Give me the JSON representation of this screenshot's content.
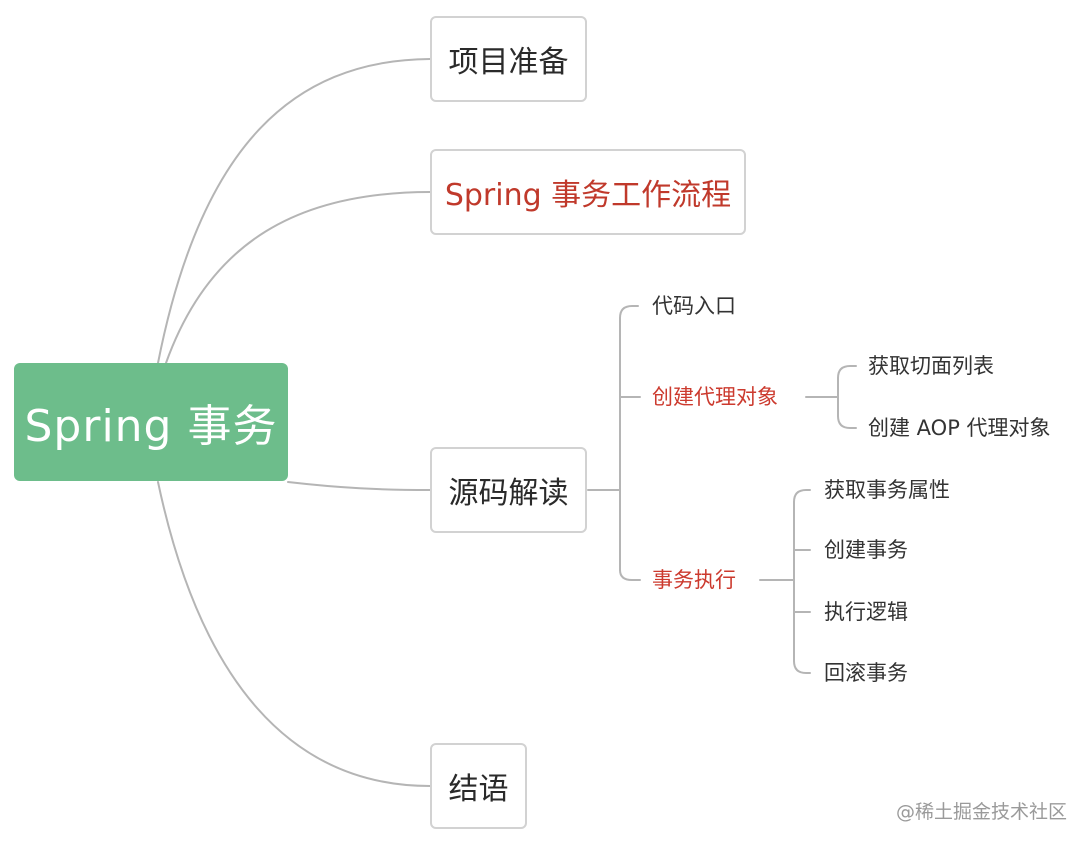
{
  "root": {
    "label": "Spring 事务"
  },
  "branches": {
    "prepare": "项目准备",
    "workflow": "Spring 事务工作流程",
    "source": "源码解读",
    "conclusion": "结语"
  },
  "source_children": {
    "entry": "代码入口",
    "create_proxy": {
      "label": "创建代理对象",
      "children": [
        "获取切面列表",
        "创建 AOP 代理对象"
      ]
    },
    "tx_exec": {
      "label": "事务执行",
      "children": [
        "获取事务属性",
        "创建事务",
        "执行逻辑",
        "回滚事务"
      ]
    }
  },
  "watermark": "@稀土掘金技术社区",
  "colors": {
    "root_bg": "#6dbd8b",
    "highlight_text": "#cc3a2e",
    "connector": "#b0b0b0",
    "box_border": "#d2d2d2"
  }
}
